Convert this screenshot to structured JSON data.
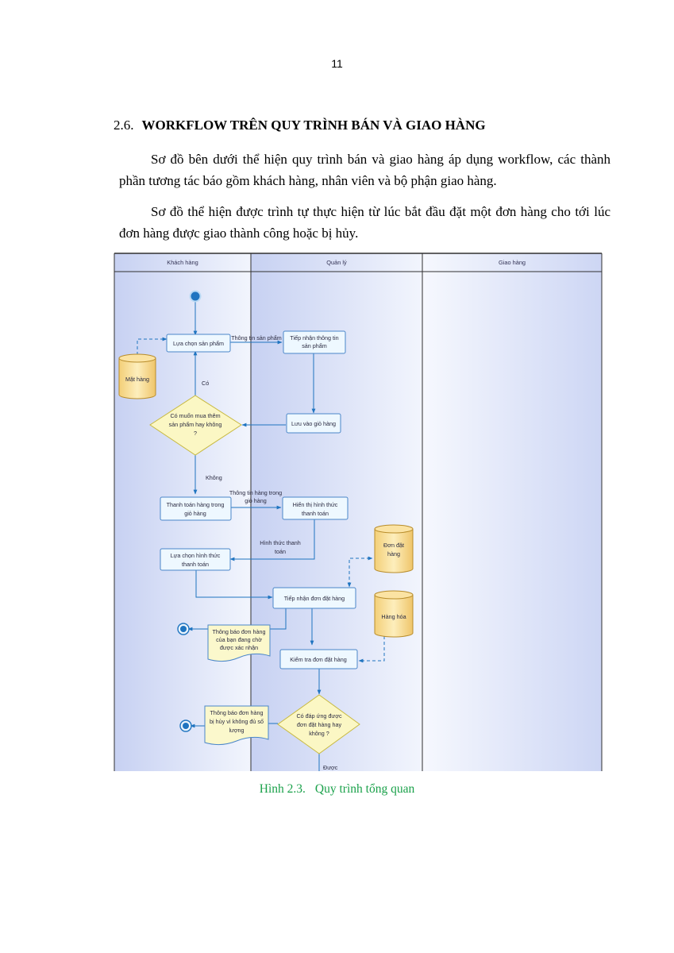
{
  "page_number": "11",
  "section": {
    "number": "2.6.",
    "title": "WORKFLOW TRÊN QUY TRÌNH BÁN VÀ GIAO HÀNG"
  },
  "paragraphs": [
    "Sơ đồ bên dưới thể hiện quy trình bán và giao hàng áp dụng workflow, các thành phần tương tác báo gồm khách hàng, nhân viên và bộ phận giao hàng.",
    "Sơ đồ thể hiện được trình tự thực hiện từ lúc bắt đầu đặt một đơn hàng cho tới lúc đơn hàng được giao thành công hoặc bị hủy."
  ],
  "diagram": {
    "lanes": [
      "Khách hàng",
      "Quản lý",
      "Giao hàng"
    ],
    "nodes": {
      "lua_chon_san_pham": "Lựa chọn sản phẩm",
      "mat_hang": "Mặt hàng",
      "tiep_nhan_thong_tin": [
        "Tiếp nhận thông tin",
        "sản phẩm"
      ],
      "luu_vao_gio_hang": "Lưu vào giỏ hàng",
      "co_muon_mua_them": [
        "Có muốn mua thêm",
        "sản phẩm hay không",
        "?"
      ],
      "thanh_toan_hang": [
        "Thanh toán hàng trong",
        "giỏ hàng"
      ],
      "hien_thi_hinh_thuc": [
        "Hiển thị hình thức",
        "thanh toán"
      ],
      "lua_chon_hinh_thuc": [
        "Lựa chọn hình thức",
        "thanh toán"
      ],
      "don_dat_hang": [
        "Đơn đặt",
        "hàng"
      ],
      "tiep_nhan_don": "Tiếp nhận đơn đặt hàng",
      "hang_hoa": "Hàng hóa",
      "thong_bao_cho_xac_nhan": [
        "Thông báo đơn hàng",
        "của bạn đang chờ",
        "được xác nhận"
      ],
      "kiem_tra_don": "Kiểm tra đơn đặt hàng",
      "co_dap_ung": [
        "Có đáp ứng được",
        "đơn đặt hàng hay",
        "không ?"
      ],
      "thong_bao_bi_huy": [
        "Thông báo đơn hàng",
        "bị hủy vì không đủ số",
        "lượng"
      ]
    },
    "labels": {
      "thong_tin_san_pham": "Thông tin sản phẩm",
      "co": "Có",
      "khong": "Không",
      "thong_tin_hang_trong_gio": [
        "Thông tin hàng trong",
        "giỏ hàng"
      ],
      "hinh_thuc_thanh_toan": [
        "Hình thức thanh",
        "toán"
      ],
      "duoc": "Được"
    },
    "colors": {
      "lane_fill": "#c9d4f3",
      "node_fill": "#eef8ff",
      "node_stroke": "#4a86c9",
      "arrow": "#1f74c0",
      "decision_fill": "#fbf7c4",
      "decision_stroke": "#c8b940",
      "datastore_fill": "#f7dc92",
      "datastore_stroke": "#b88c2a",
      "note_fill": "#fbf8cc"
    }
  },
  "caption": {
    "number": "Hình 2.3.",
    "text": "Quy trình tổng quan"
  }
}
